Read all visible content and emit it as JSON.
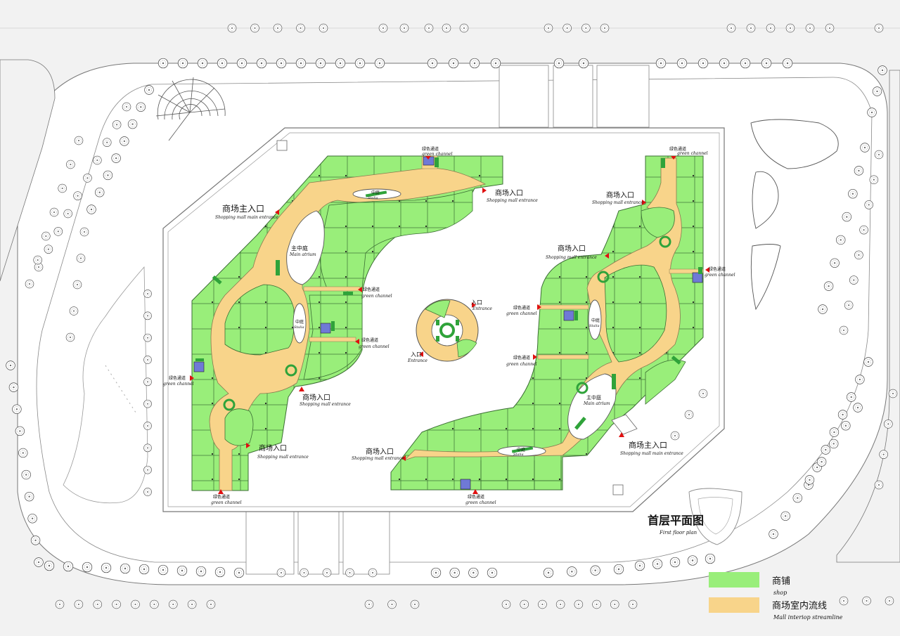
{
  "colors": {
    "background": "#f2f2f2",
    "site": "#ffffff",
    "shop": "#99ee7a",
    "streamline": "#f8d48a",
    "stair": "#6f79d6",
    "green_block": "#2fa33a",
    "entrance_marker": "#e01010",
    "line": "#555555"
  },
  "labels": {
    "main_entrance_zh": "商场主入口",
    "main_entrance_en": "Shopping mall main entrance",
    "entrance_zh": "商场入口",
    "entrance_en": "Shopping mall entrance",
    "entrance_en_alt": "Shoppimg mall entrance",
    "green_channel_zh": "绿色通道",
    "green_channel_en": "green channel",
    "main_atrium_zh": "主中庭",
    "main_atrium_en": "Main atrium",
    "atrium_zh": "中庭",
    "atrium_en": "Stalia",
    "plaza_entrance_zh": "入口",
    "plaza_entrance_en": "Entrance"
  },
  "title": {
    "zh": "首层平面图",
    "en": "First floor plan"
  },
  "legend": [
    {
      "zh": "商铺",
      "en": "shop",
      "color": "#99ee7a"
    },
    {
      "zh": "商场室内流线",
      "en": "Mall interiop streamline",
      "color": "#f8d48a"
    }
  ]
}
